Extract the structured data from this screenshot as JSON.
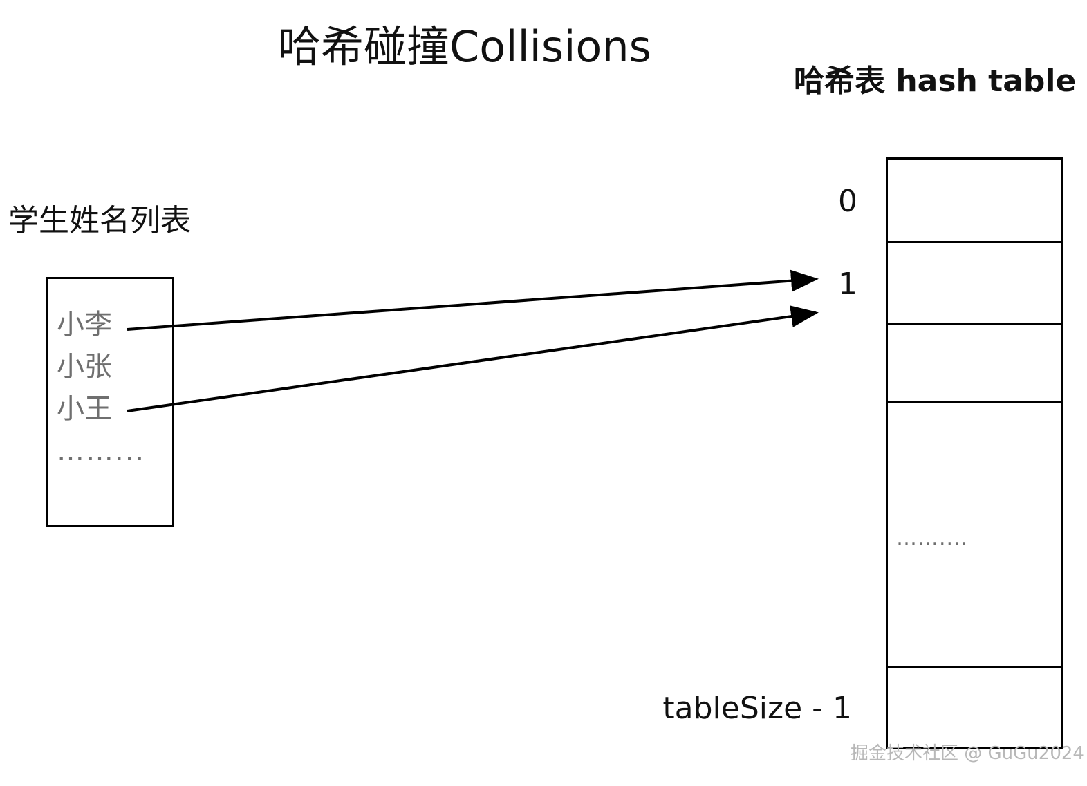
{
  "diagram": {
    "title": "哈希碰撞Collisions",
    "hash_table_title": "哈希表 hash table",
    "student_list_title": "学生姓名列表",
    "students": [
      "小李",
      "小张",
      "小王",
      "……..."
    ],
    "hash_table_ellipsis": "……....",
    "index_labels": {
      "first": "0",
      "second": "1",
      "last": "tableSize - 1"
    },
    "mappings": [
      {
        "from": "小李",
        "to_index": "1"
      },
      {
        "from": "小王",
        "to_index": "1"
      }
    ],
    "watermark": "掘金技术社区 @ GuGu2024"
  }
}
